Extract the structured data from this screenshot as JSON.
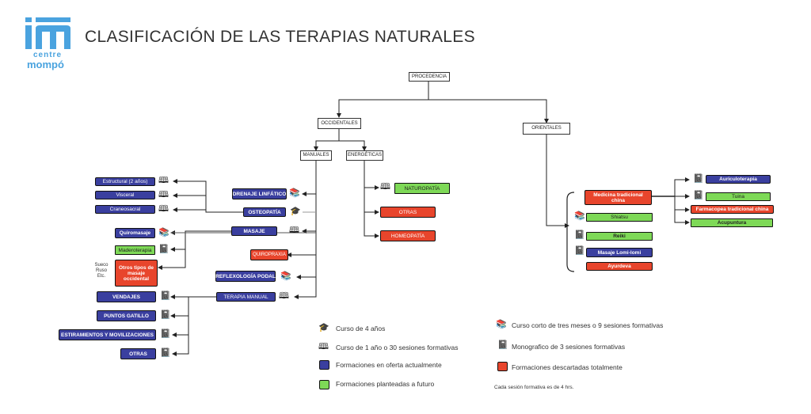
{
  "header": {
    "title": "CLASIFICACIÓN DE LAS TERAPIAS NATURALES",
    "logo_text_1": "centre",
    "logo_text_2": "mompó"
  },
  "nodes": {
    "procedencia": "PROCEDENCIA",
    "occidentales": "OCCIDENTALES",
    "orientales": "ORIENTALES",
    "manuales": "MANUALES",
    "energeticas": "ENERGÉTICAS",
    "estructural": "Estructural (2 años)",
    "visceral": "Visceral",
    "craneosacral": "Craneosacral",
    "drenaje": "DRENAJE LINFÁTICO",
    "osteopatia": "OSTEOPATÍA",
    "masaje": "MASAJE",
    "quiromasaje": "Quiromasaje",
    "maderoterapia": "Maderoterapia",
    "otros_masaje": "Otros tipos de masaje occidental",
    "quiropraxia": "QUIROPRAXIA",
    "reflexologia": "REFLEXOLOGÍA PODAL",
    "terapia_manual": "TERAPIA MANUAL",
    "vendajes": "VENDAJES",
    "puntos_gatillo": "PUNTOS GATILLO",
    "estiramientos": "ESTIRAMIENTOS Y MOVILIZACIONES",
    "otras_manual": "OTRAS",
    "naturopatia": "NATUROPATÍA",
    "otras_energ": "OTRAS",
    "homeopatia": "HOMEOPATÍA",
    "mtc": "Medicina tradicional china",
    "auriculoterapia": "Auriculoterapia",
    "tuina": "Tuina",
    "farmacopea": "Farmacopea tradicional china",
    "acupuntura": "Acupuntura",
    "shiatsu": "Shiatsu",
    "reiki": "Reiki",
    "lomi": "Masaje Lomi-lomi",
    "ayurdeva": "Ayurdeva"
  },
  "side_note": [
    "Sueco",
    "Ruso",
    "Etc."
  ],
  "legend": {
    "four_years": "Curso de 4 años",
    "one_year": "Curso de 1 año o 30 sesiones formativas",
    "current": "Formaciones en oferta actualmente",
    "future": "Formaciones planteadas a futuro",
    "short": "Curso corto de tres meses o 9 sesiones formativas",
    "mono": "Monografico de 3 sesiones formativas",
    "discarded": "Formaciones descartadas totalmente",
    "footnote": "Cada sesión formativa es de 4 hrs."
  },
  "colors": {
    "current": "#3a3f9f",
    "future": "#7ed957",
    "discarded": "#e8452c"
  },
  "icons": {
    "four_years": "graduate-icon",
    "one_year": "open-book-icon",
    "short": "books-stack-icon",
    "mono": "single-book-icon"
  }
}
